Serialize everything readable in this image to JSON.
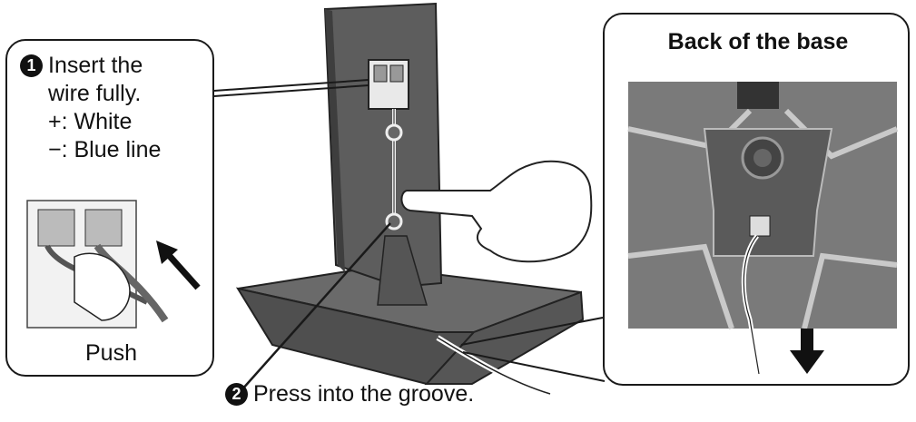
{
  "step1": {
    "number": "1",
    "lines": [
      "Insert the",
      "wire fully.",
      "+: White",
      "−: Blue line"
    ],
    "push_label": "Push"
  },
  "step2": {
    "number": "2",
    "text": "Press into the groove."
  },
  "base_view": {
    "title": "Back of the base"
  },
  "colors": {
    "outline": "#1a1a1a",
    "stand": "#5a5a5a",
    "base": "#4f4f4f",
    "base_top": "#6a6a6a",
    "photo_bg": "#7a7a7a"
  },
  "icons": [
    "push-arrow-icon",
    "down-arrow-icon"
  ]
}
